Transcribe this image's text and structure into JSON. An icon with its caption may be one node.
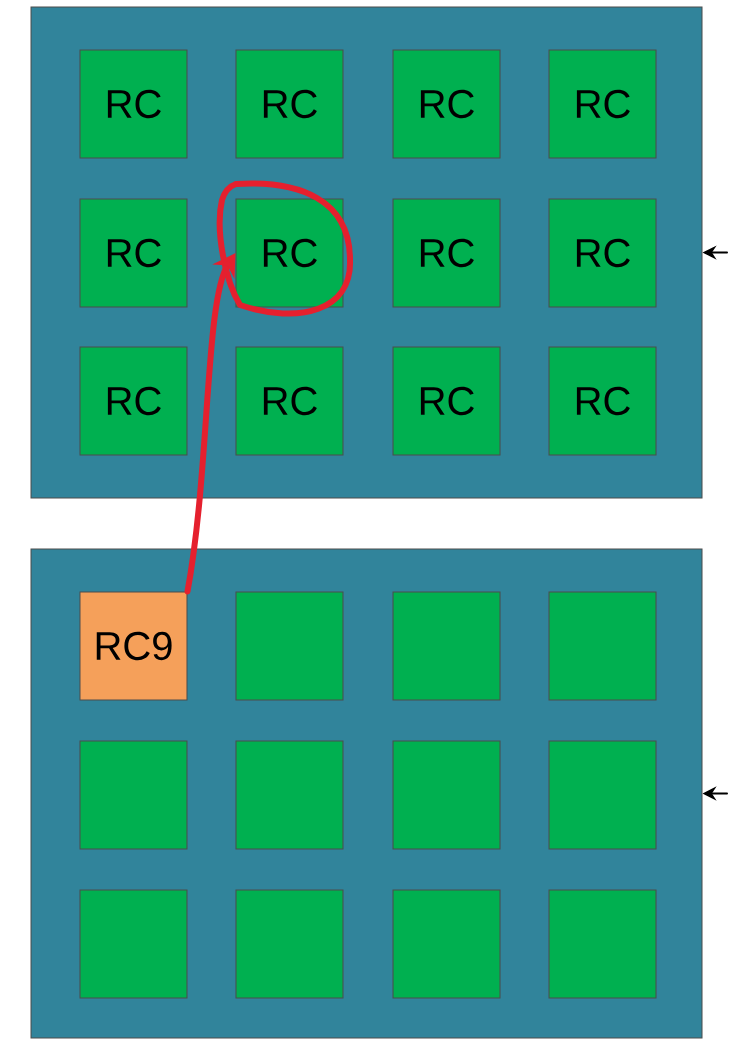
{
  "diagram": {
    "nodes": [
      {
        "text": [],
        "shape": "box"
      },
      {
        "text": [
          "RC"
        ],
        "in": 0
      },
      {
        "text": [
          "RC"
        ],
        "in": 0
      },
      {
        "text": [
          "RC"
        ],
        "in": 0
      },
      {
        "text": [
          "RC"
        ],
        "in": 0
      },
      {
        "text": [
          "RC"
        ],
        "in": 0
      },
      {
        "text": [
          "RC"
        ],
        "in": 0
      },
      {
        "text": [
          "RC"
        ],
        "in": 0
      },
      {
        "text": [
          "RC"
        ],
        "in": 0
      },
      {
        "text": [
          "RC"
        ],
        "in": 0
      },
      {
        "text": [
          "RC"
        ],
        "in": 0
      },
      {
        "text": [
          "RC"
        ],
        "in": 0
      },
      {
        "text": [
          "RC"
        ],
        "in": 0
      },
      {
        "text": [],
        "shape": "box"
      },
      {
        "text": [
          "RC9"
        ],
        "in": 13
      },
      {
        "text": [],
        "shape": "box",
        "in": 13
      },
      {
        "text": [],
        "shape": "box",
        "in": 13
      },
      {
        "text": [],
        "shape": "box",
        "in": 13
      },
      {
        "text": [],
        "shape": "box",
        "in": 13
      },
      {
        "text": [],
        "shape": "box",
        "in": 13
      },
      {
        "text": [],
        "shape": "box",
        "in": 13
      },
      {
        "text": [],
        "shape": "box",
        "in": 13
      },
      {
        "text": [],
        "shape": "box",
        "in": 13
      },
      {
        "text": [],
        "shape": "box",
        "in": 13
      },
      {
        "text": [],
        "shape": "box",
        "in": 13
      },
      {
        "text": [],
        "shape": "box",
        "in": 13
      }
    ],
    "edges": [
      {
        "from": 14,
        "to": 6,
        "arrow": "to",
        "style": "thick",
        "color": "#e5202e"
      },
      {
        "from": null,
        "to": 0,
        "arrow": "to"
      },
      {
        "from": null,
        "to": 13,
        "arrow": "to"
      }
    ]
  }
}
